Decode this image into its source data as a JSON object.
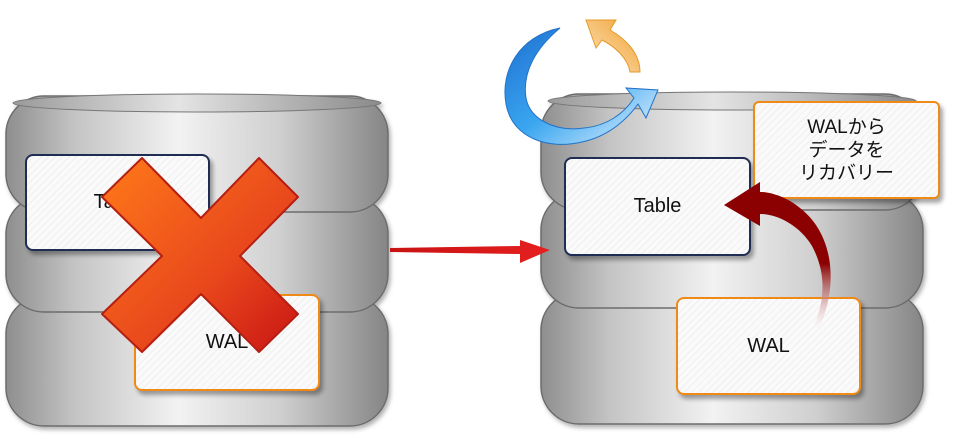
{
  "left_db": {
    "table_label": "Table",
    "wal_label": "WAL"
  },
  "right_db": {
    "table_label": "Table",
    "wal_label": "WAL"
  },
  "recovery_note": "WALから\nデータを\nリカバリー",
  "colors": {
    "wal_border": "#ef8a17",
    "table_border": "#1f2d55",
    "failure_cross": "#e8471c",
    "transition_arrow": "#d91a1a",
    "recovery_arrow": "#8b0000",
    "restart_arrow_blue": "#2b95e6",
    "restart_arrow_orange": "#f0a030"
  },
  "icons": [
    "failure-cross-icon",
    "restart-cycle-icon",
    "transition-arrow-icon",
    "recovery-arrow-icon"
  ]
}
